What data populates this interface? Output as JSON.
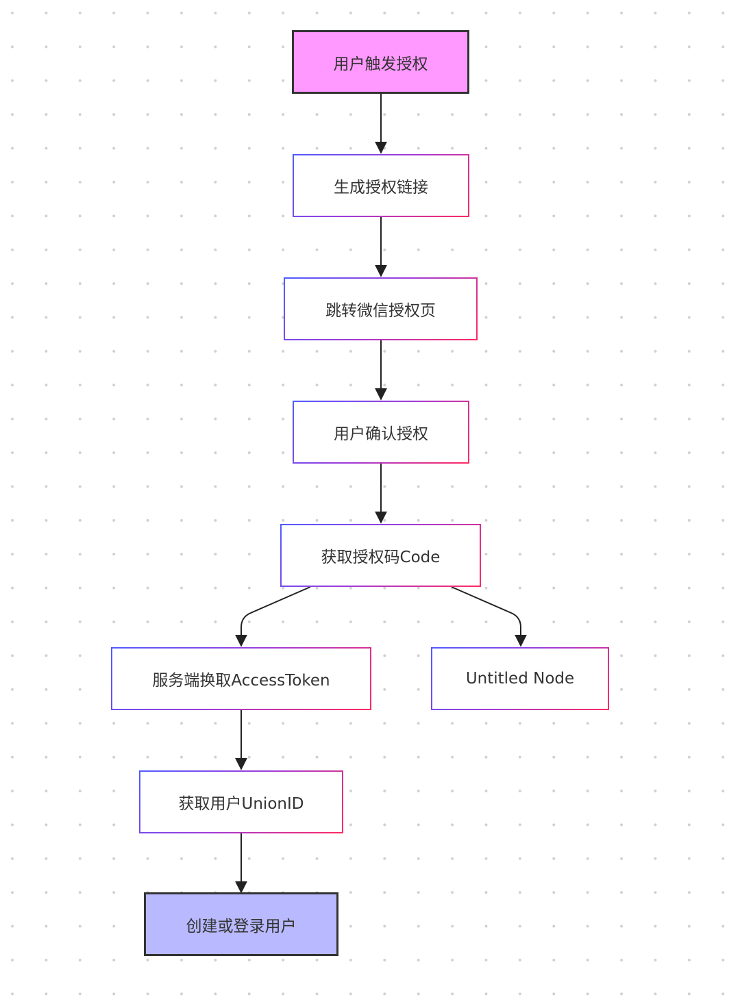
{
  "diagram": {
    "type": "flowchart",
    "direction": "top-down",
    "node_border_gradient": [
      "#4f5bff",
      "#ff2a62"
    ],
    "nodes": [
      {
        "id": "n1",
        "label": "用户触发授权",
        "style": "start",
        "fill": "#ff99ff"
      },
      {
        "id": "n2",
        "label": "生成授权链接",
        "style": "default"
      },
      {
        "id": "n3",
        "label": "跳转微信授权页",
        "style": "default"
      },
      {
        "id": "n4",
        "label": "用户确认授权",
        "style": "default"
      },
      {
        "id": "n5",
        "label": "获取授权码Code",
        "style": "default"
      },
      {
        "id": "n6",
        "label": "服务端换取AccessToken",
        "style": "default"
      },
      {
        "id": "n7",
        "label": "Untitled Node",
        "style": "default"
      },
      {
        "id": "n8",
        "label": "获取用户UnionID",
        "style": "default"
      },
      {
        "id": "n9",
        "label": "创建或登录用户",
        "style": "end",
        "fill": "#b9b9ff"
      }
    ],
    "edges": [
      {
        "from": "n1",
        "to": "n2"
      },
      {
        "from": "n2",
        "to": "n3"
      },
      {
        "from": "n3",
        "to": "n4"
      },
      {
        "from": "n4",
        "to": "n5"
      },
      {
        "from": "n5",
        "to": "n6"
      },
      {
        "from": "n5",
        "to": "n7"
      },
      {
        "from": "n6",
        "to": "n8"
      },
      {
        "from": "n8",
        "to": "n9"
      }
    ]
  }
}
